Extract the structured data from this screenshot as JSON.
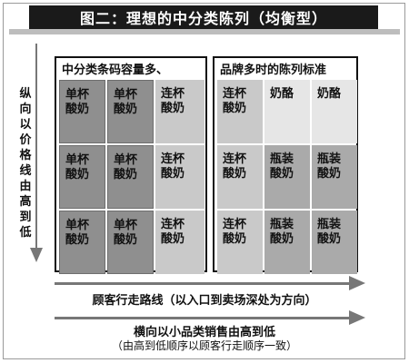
{
  "title": "图二：理想的中分类陈列（均衡型）",
  "vertical_label": "纵向以价格线由高到低",
  "left_panel": {
    "title": "中分类条码容量多、",
    "cells": [
      "单杯\n酸奶",
      "单杯\n酸奶",
      "连杯\n酸奶",
      "单杯\n酸奶",
      "单杯\n酸奶",
      "连杯\n酸奶",
      "单杯\n酸奶",
      "单杯\n酸奶",
      "连杯\n酸奶"
    ]
  },
  "right_panel": {
    "title": "品牌多时的陈列标准",
    "cells": [
      "连杯\n酸奶",
      "奶酪",
      "奶酪",
      "连杯\n酸奶",
      "瓶装\n酸奶",
      "瓶装\n酸奶",
      "连杯\n酸奶",
      "瓶装\n酸奶",
      "瓶装\n酸奶"
    ]
  },
  "arrow1_label": "顾客行走路线（以入口到卖场深处为方向）",
  "arrow2_label": "横向以小品类销售由高到低",
  "arrow2_sublabel": "（由高到低顺序以顾客行走顺序一致）"
}
